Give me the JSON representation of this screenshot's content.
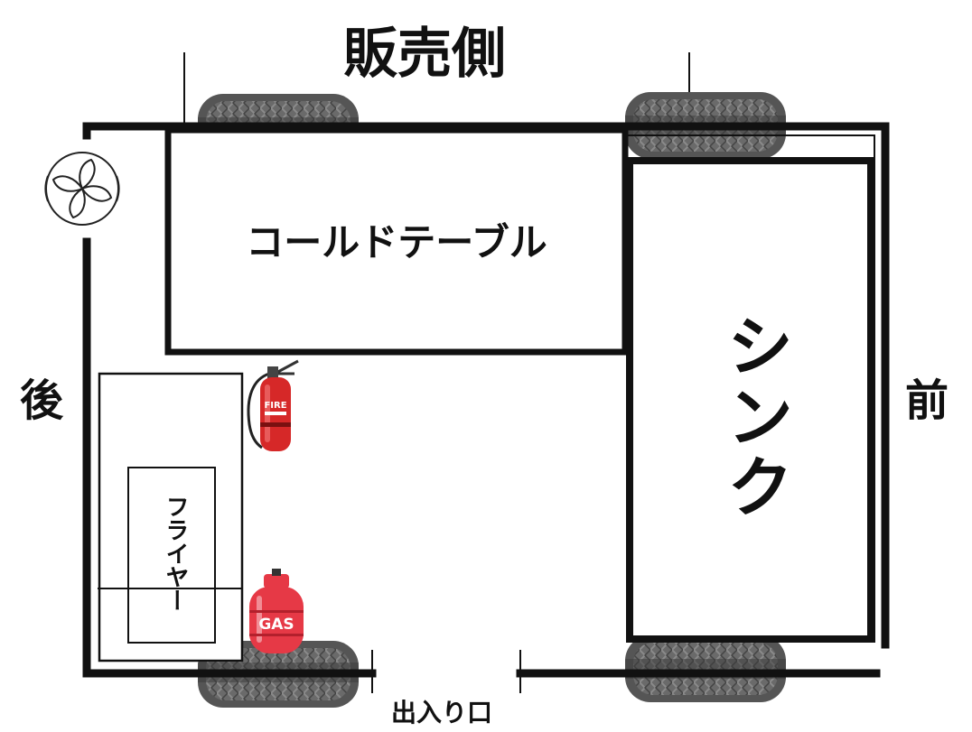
{
  "title": "販売側",
  "sides": {
    "rear": "後",
    "front": "前"
  },
  "equipment": {
    "cold_table": "コールドテーブル",
    "sink": "シンク",
    "fryer": "フライヤー"
  },
  "entrance": "出入り口",
  "fire_extinguisher": {
    "label": "FIRE"
  },
  "gas_cylinder": {
    "label": "GAS"
  },
  "colors": {
    "line": "#111111",
    "extinguisher": "#d62828",
    "gas": "#e63946",
    "tire": "#5a5a5a"
  },
  "icons": [
    "exhaust-fan-icon",
    "fire-extinguisher-icon",
    "gas-cylinder-icon",
    "tire-icon"
  ]
}
